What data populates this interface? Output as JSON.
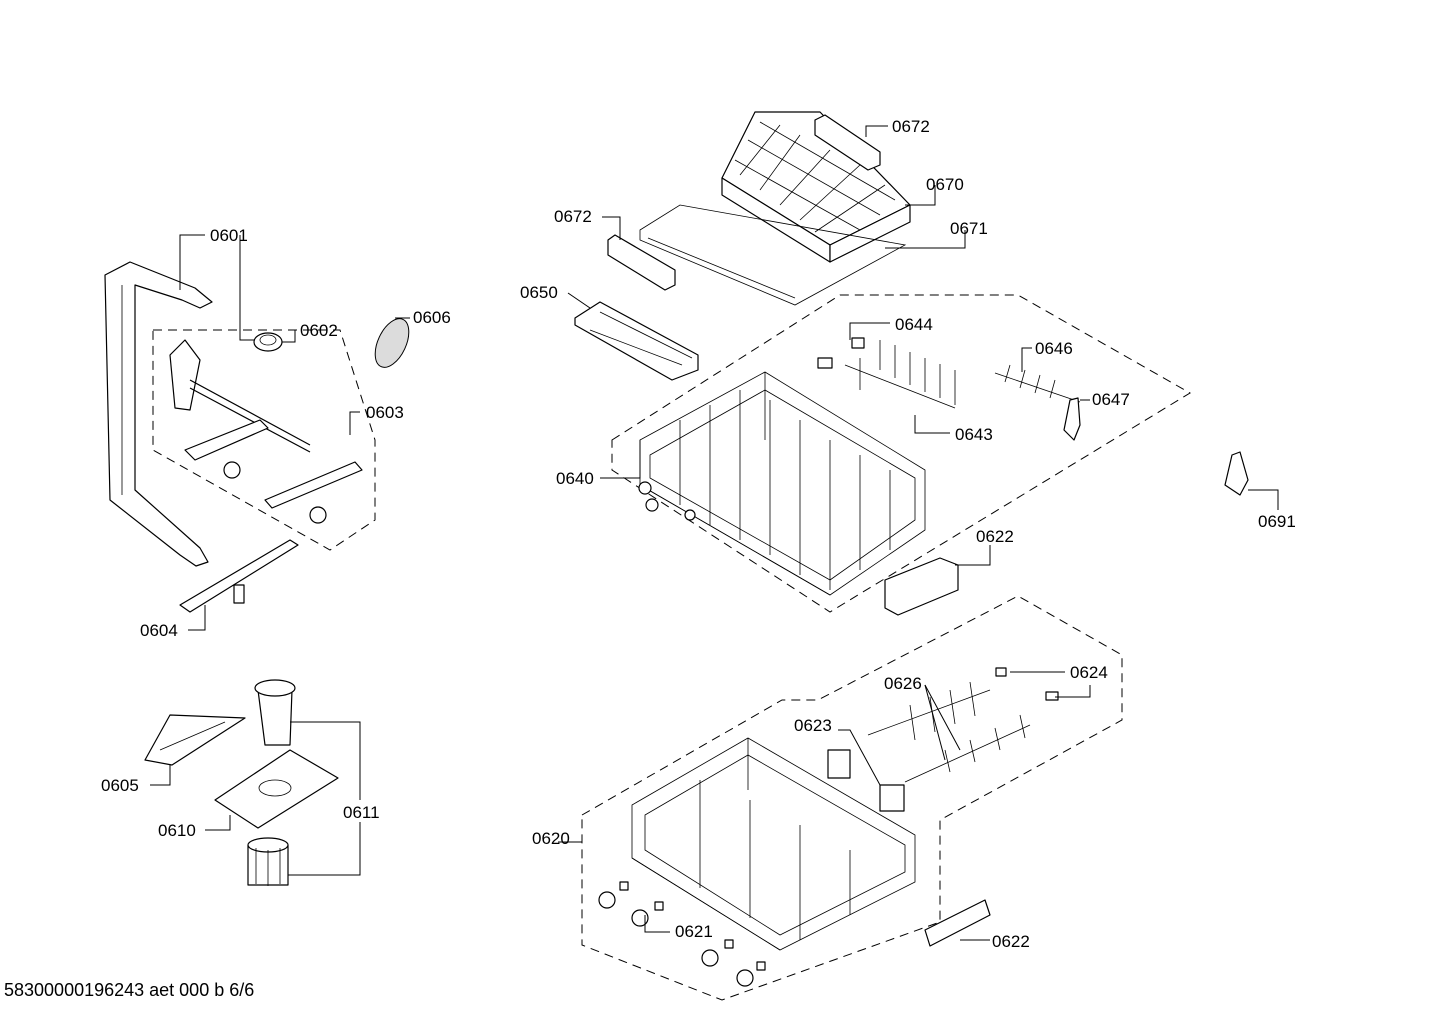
{
  "footer": {
    "text": "58300000196243 aet 000 b 6/6"
  },
  "labels": [
    "0672",
    "0670",
    "0672",
    "0671",
    "0650",
    "0644",
    "0646",
    "0647",
    "0643",
    "0640",
    "0691",
    "0622",
    "0601",
    "0602",
    "0606",
    "0603",
    "0604",
    "0605",
    "0610",
    "0611",
    "0626",
    "0624",
    "0623",
    "0620",
    "0621",
    "0622"
  ]
}
